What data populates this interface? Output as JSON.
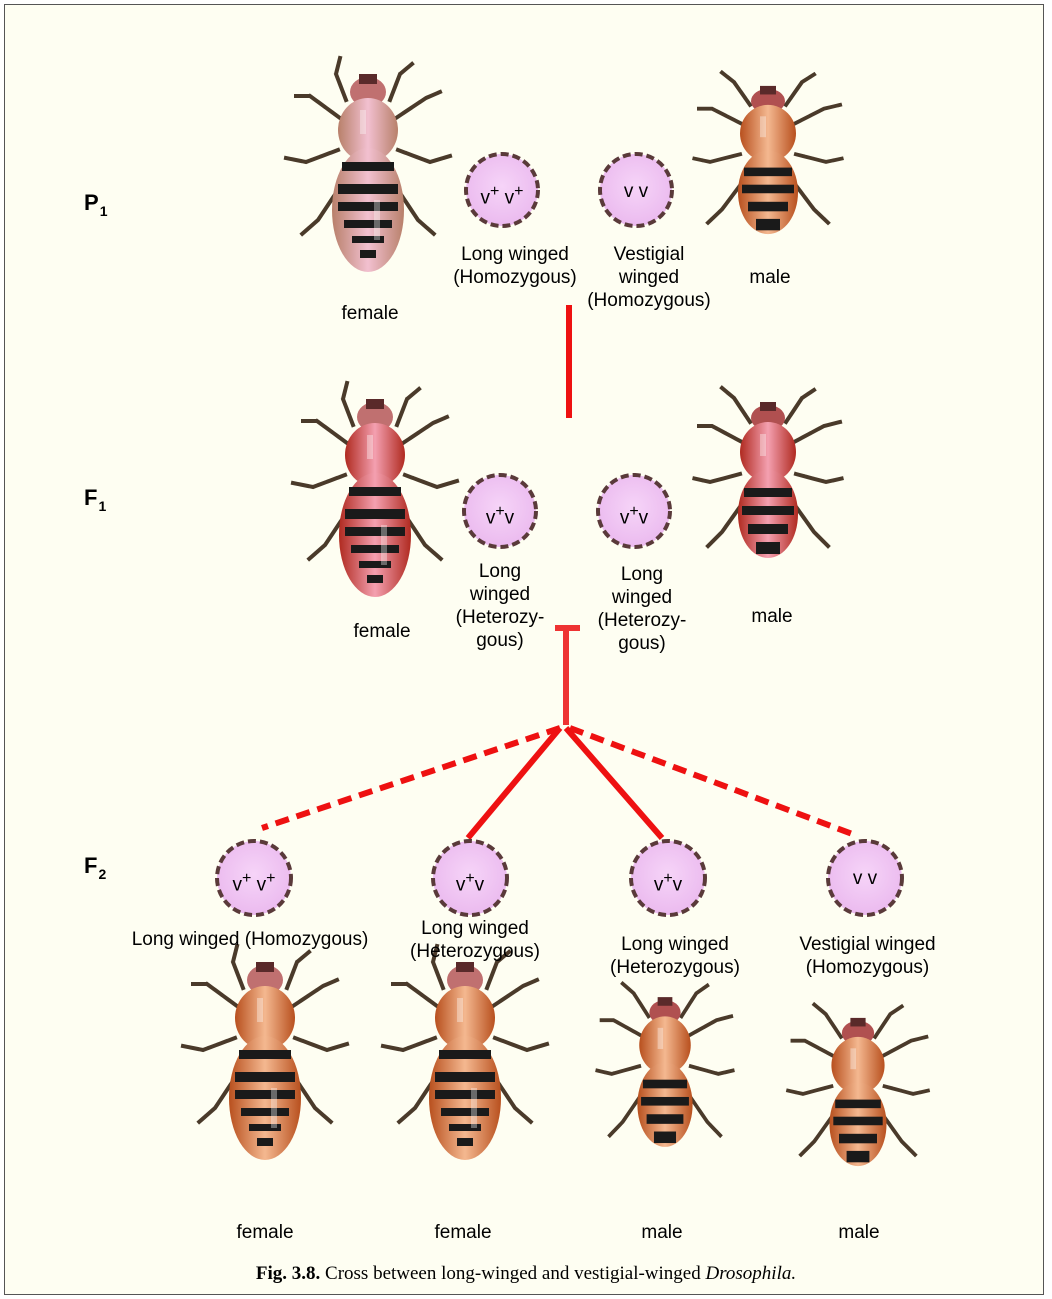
{
  "generations": {
    "p1": "P",
    "p1_sub": "1",
    "f1": "F",
    "f1_sub": "1",
    "f2": "F",
    "f2_sub": "2"
  },
  "p1": {
    "female_label": "female",
    "male_label": "male",
    "gamete_left": {
      "allele1": "v",
      "sup1": "+",
      "allele2": "v",
      "sup2": "+",
      "line1": "Long winged",
      "line2": "(Homozygous)"
    },
    "gamete_right": {
      "text": "v v",
      "line1": "Vestigial",
      "line2": "winged",
      "line3": "(Homozygous)"
    }
  },
  "f1": {
    "female_label": "female",
    "male_label": "male",
    "gamete_left": {
      "allele1": "v",
      "sup1": "+",
      "allele2": "v",
      "line1": "Long",
      "line2": "winged",
      "line3": "(Heterozy-",
      "line4": "gous)"
    },
    "gamete_right": {
      "allele1": "v",
      "sup1": "+",
      "allele2": "v",
      "line1": "Long",
      "line2": "winged",
      "line3": "(Heterozy-",
      "line4": "gous)"
    }
  },
  "f2": {
    "g1": {
      "allele1": "v",
      "sup1": "+",
      "allele2": "v",
      "sup2": "+",
      "line1": "Long winged (Homozygous)",
      "sex": "female"
    },
    "g2": {
      "allele1": "v",
      "sup1": "+",
      "allele2": "v",
      "line1": "Long winged",
      "line2": "(Heterozygous)",
      "sex": "female"
    },
    "g3": {
      "allele1": "v",
      "sup1": "+",
      "allele2": "v",
      "line1": "Long winged",
      "line2": "(Heterozygous)",
      "sex": "male"
    },
    "g4": {
      "text": "v v",
      "line1": "Vestigial winged",
      "line2": "(Homozygous)",
      "sex": "male"
    }
  },
  "caption": {
    "fig": "Fig. 3.8.",
    "text": " Cross between long-winged and vestigial-winged ",
    "species": "Drosophila."
  },
  "colors": {
    "gamete_fill": "#f0c4f4",
    "gamete_border": "#5a3a3a",
    "cross_line": "#ee1111",
    "background": "#fefef2"
  }
}
